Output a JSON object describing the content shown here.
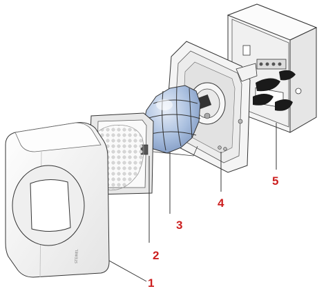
{
  "diagram": {
    "callouts": [
      {
        "id": "1",
        "label": "1"
      },
      {
        "id": "2",
        "label": "2"
      },
      {
        "id": "3",
        "label": "3"
      },
      {
        "id": "4",
        "label": "4"
      },
      {
        "id": "5",
        "label": "5"
      }
    ],
    "cover_brand_text": "STEINEL",
    "colors": {
      "callout": "#cc1f1f",
      "outline": "#333333",
      "panel": "#f3f3f3",
      "lens_blue": "#9fb6d8"
    }
  }
}
